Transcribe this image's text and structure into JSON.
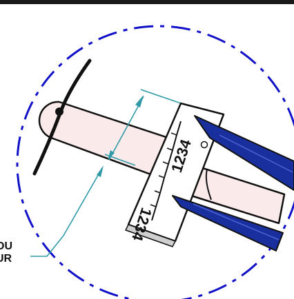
{
  "colors": {
    "top_rule": "#1a1a1a",
    "view_circle": "#1010c8",
    "dimension_lines": "#2f9aa6",
    "shaft_fill": "#fbeaea",
    "gauge_fill": "#ffffff",
    "probe_fill": "#1a2f9e",
    "outline": "#111111"
  },
  "icons": [
    "detail-view-circle",
    "stylus-shaft",
    "scale-gauge",
    "measurement-probes",
    "dimension-arrows"
  ],
  "gauge": {
    "scale_top": "1234",
    "scale_bottom": "1234"
  },
  "callout": {
    "line1": "OU",
    "line2": "UR"
  }
}
